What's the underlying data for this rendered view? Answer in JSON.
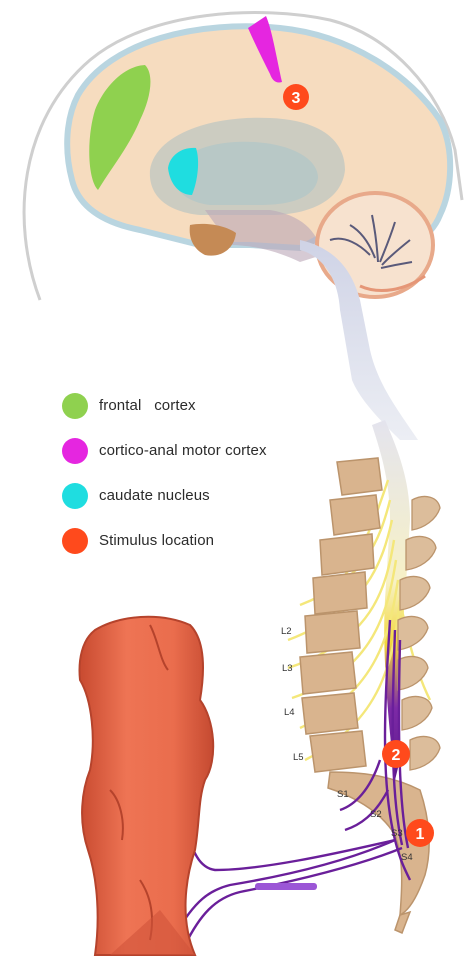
{
  "legend": [
    {
      "label": "frontal   cortex",
      "color": "#8fd14f",
      "icon": "green-dot"
    },
    {
      "label": "cortico-anal motor cortex",
      "color": "#e526e0",
      "icon": "magenta-dot"
    },
    {
      "label": "caudate nucleus",
      "color": "#1fdde0",
      "icon": "cyan-dot"
    },
    {
      "label": "Stimulus location",
      "color": "#ff4a1c",
      "icon": "orange-red-dot"
    }
  ],
  "vertebrae": {
    "lumbar": [
      "L2",
      "L3",
      "L4",
      "L5"
    ],
    "sacral": [
      "S1",
      "S2",
      "S3",
      "S4"
    ]
  },
  "markers": [
    "1",
    "2",
    "3"
  ],
  "colors": {
    "brain": "#f6dcbf",
    "ventricle_outline": "#b9d5e0",
    "nerve": "#6a1f9a",
    "spinal_yellow": "#f4e77a",
    "vertebra": "#d9b48e",
    "rectum": "#e8694b",
    "stimulus": "#ff4a1c"
  }
}
